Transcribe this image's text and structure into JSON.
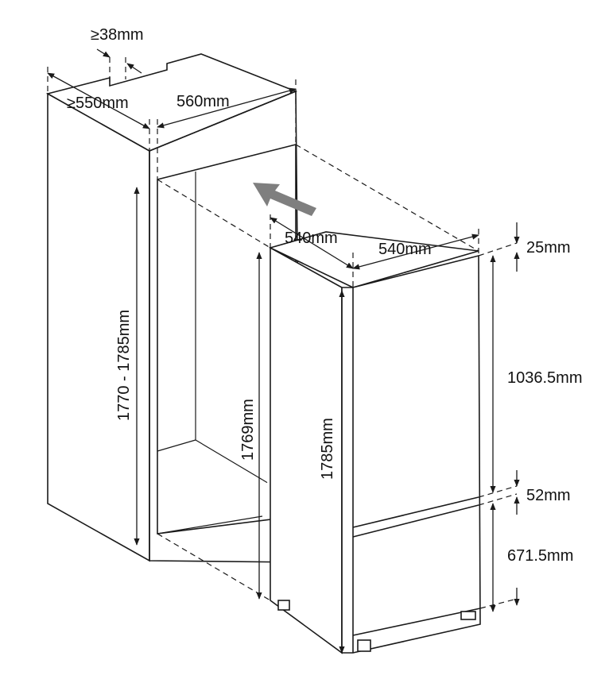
{
  "labels": {
    "gap_top": "≥38mm",
    "depth_cabinet": "≥550mm",
    "width_cabinet": "560mm",
    "height_cabinet": "1770 - 1785mm",
    "depth_fridge": "540mm",
    "width_fridge": "540mm",
    "height_fridge_inner": "1769mm",
    "height_fridge": "1785mm",
    "top_gap": "25mm",
    "upper_door": "1036.5mm",
    "middle_gap": "52mm",
    "lower_door": "671.5mm"
  },
  "colors": {
    "line": "#1a1a1a",
    "arrow": "#7f7f7f"
  }
}
